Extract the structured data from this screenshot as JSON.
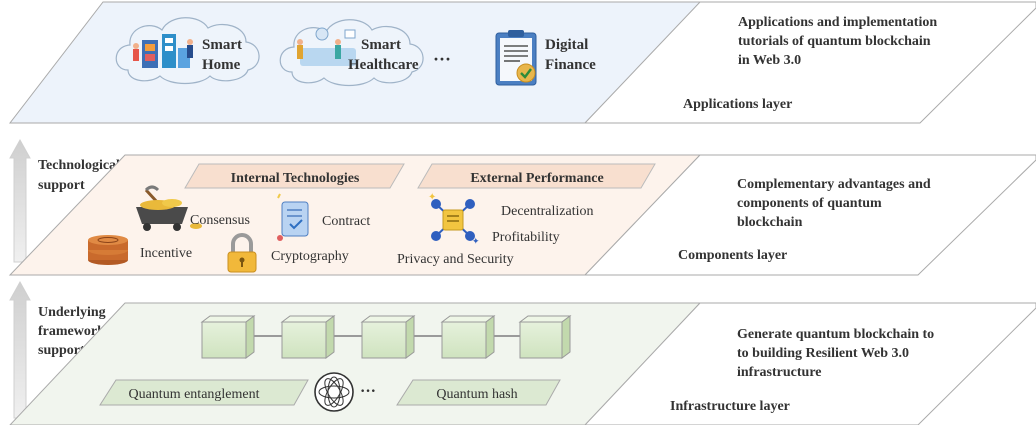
{
  "left_labels": {
    "technological_support": [
      "Technological",
      "support"
    ],
    "framework_support": [
      "Underlying",
      "framework",
      "support"
    ]
  },
  "applications": {
    "items": [
      {
        "lines": [
          "Smart",
          "Home"
        ]
      },
      {
        "lines": [
          "Smart",
          "Healthcare"
        ]
      },
      {
        "lines": [
          "Digital",
          "Finance"
        ]
      }
    ],
    "ellipsis": "···",
    "description": [
      "Applications and implementation",
      "tutorials of quantum blockchain",
      "in Web 3.0"
    ],
    "layer_name": "Applications layer"
  },
  "components": {
    "internal_title": "Internal  Technologies",
    "external_title": "External  Performance",
    "internal_items": [
      "Consensus",
      "Contract",
      "Incentive",
      "Cryptography"
    ],
    "external_items": [
      "Decentralization",
      "Profitability",
      "Privacy and Security"
    ],
    "description": [
      "Complementary advantages and",
      "components  of quantum",
      "blockchain"
    ],
    "layer_name": "Components layer"
  },
  "infrastructure": {
    "left_item": "Quantum entanglement",
    "right_item": "Quantum hash",
    "ellipsis": "···",
    "description": [
      "Generate quantum blockchain to",
      "to building Resilient Web 3.0",
      "infrastructure"
    ],
    "layer_name": "Infrastructure layer"
  },
  "colors": {
    "applications_layer": "#3c7fbf",
    "components_layer": "#d6792a",
    "infrastructure_layer": "#5f8d3a",
    "app_fill": "#edf3fb",
    "comp_fill": "#fdf3ec",
    "infra_fill": "#f1f5ee"
  }
}
